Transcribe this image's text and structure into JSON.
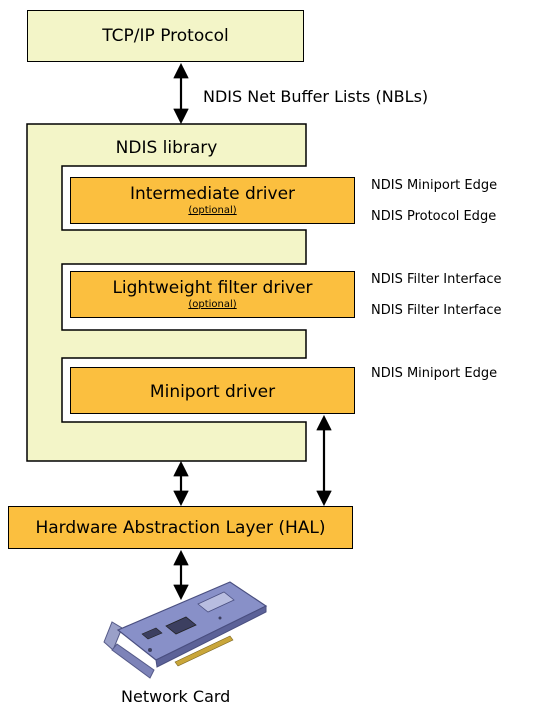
{
  "tcpip": {
    "label": "TCP/IP Protocol"
  },
  "nbl_label": "NDIS Net Buffer Lists (NBLs)",
  "ndis_library": {
    "label": "NDIS library"
  },
  "intermediate": {
    "label": "Intermediate driver",
    "sub": "(optional)"
  },
  "lightweight": {
    "label": "Lightweight filter driver",
    "sub": "(optional)"
  },
  "miniport": {
    "label": "Miniport driver"
  },
  "hal": {
    "label": "Hardware Abstraction Layer (HAL)"
  },
  "network_card": {
    "label": "Network Card"
  },
  "edges": {
    "miniport_edge_1": "NDIS Miniport Edge",
    "protocol_edge": "NDIS Protocol Edge",
    "filter_interface_1": "NDIS Filter Interface",
    "filter_interface_2": "NDIS Filter Interface",
    "miniport_edge_2": "NDIS Miniport Edge"
  },
  "colors": {
    "cream": "#f3f5c8",
    "orange": "#fbbf3f",
    "card": "#8890c8"
  }
}
